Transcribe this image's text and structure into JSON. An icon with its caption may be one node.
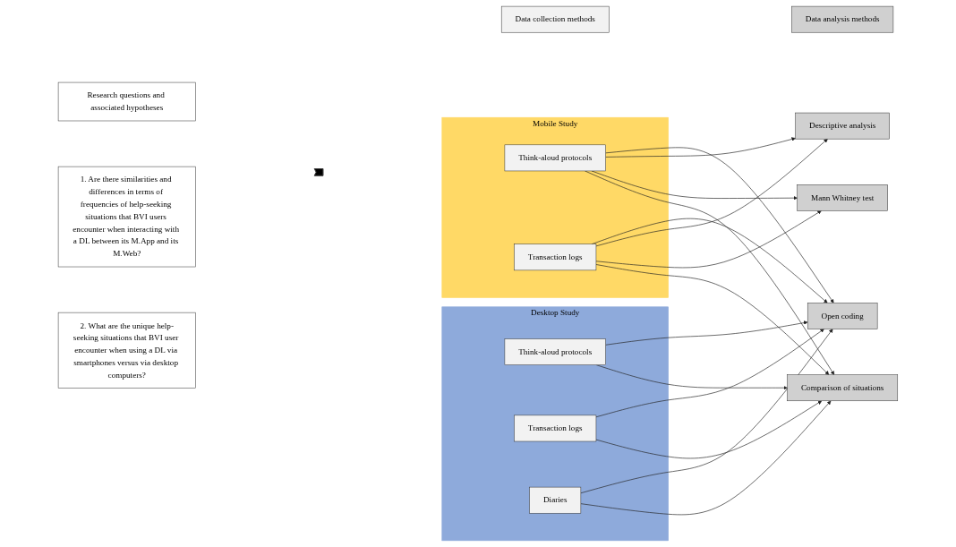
{
  "diagram": {
    "nodes": [
      {
        "text": [
          "Research questions and associated hypotheses"
        ]
      },
      {
        "text": [
          "Data collection methods"
        ]
      },
      {
        "text": [
          "Data analysis methods"
        ]
      },
      {
        "text": [
          "1. Are there similarities and differences in terms of frequencies of help-seeking situations that BVI users encounter when interacting with a DL between its M.App and its M.Web?"
        ]
      },
      {
        "text": [
          "2. What are the unique help-seeking situations that BVI user encounter when using a DL via smartphones versus via desktop computers?"
        ]
      },
      {
        "text": [],
        "shape": "arrow"
      },
      {
        "text": [
          "Mobile Study"
        ]
      },
      {
        "text": [
          "Think-aloud protocols"
        ],
        "in": 6
      },
      {
        "text": [
          "Transaction logs"
        ],
        "in": 6
      },
      {
        "text": [
          "Desktop Study"
        ]
      },
      {
        "text": [
          "Think-aloud protocols"
        ],
        "in": 9
      },
      {
        "text": [
          "Transaction logs"
        ],
        "in": 9
      },
      {
        "text": [
          "Diaries"
        ],
        "in": 9
      },
      {
        "text": [
          "Open coding"
        ]
      },
      {
        "text": [
          "Descriptive analysis"
        ]
      },
      {
        "text": [
          "Mann Whitney test"
        ]
      },
      {
        "text": [
          "Comparison of situations"
        ]
      }
    ],
    "edges": [
      {
        "from": 7,
        "to": 13,
        "arrow": "to"
      },
      {
        "from": 7,
        "to": 14,
        "arrow": "to"
      },
      {
        "from": 7,
        "to": 15,
        "arrow": "to"
      },
      {
        "from": 7,
        "to": 16,
        "arrow": "to"
      },
      {
        "from": 8,
        "to": 13,
        "arrow": "to"
      },
      {
        "from": 8,
        "to": 14,
        "arrow": "to"
      },
      {
        "from": 8,
        "to": 15,
        "arrow": "to"
      },
      {
        "from": 8,
        "to": 16,
        "arrow": "to"
      },
      {
        "from": 10,
        "to": 13,
        "arrow": "to"
      },
      {
        "from": 10,
        "to": 16,
        "arrow": "to"
      },
      {
        "from": 11,
        "to": 13,
        "arrow": "to"
      },
      {
        "from": 11,
        "to": 16,
        "arrow": "to"
      },
      {
        "from": 12,
        "to": 13,
        "arrow": "to"
      },
      {
        "from": 12,
        "to": 16,
        "arrow": "to"
      }
    ]
  }
}
